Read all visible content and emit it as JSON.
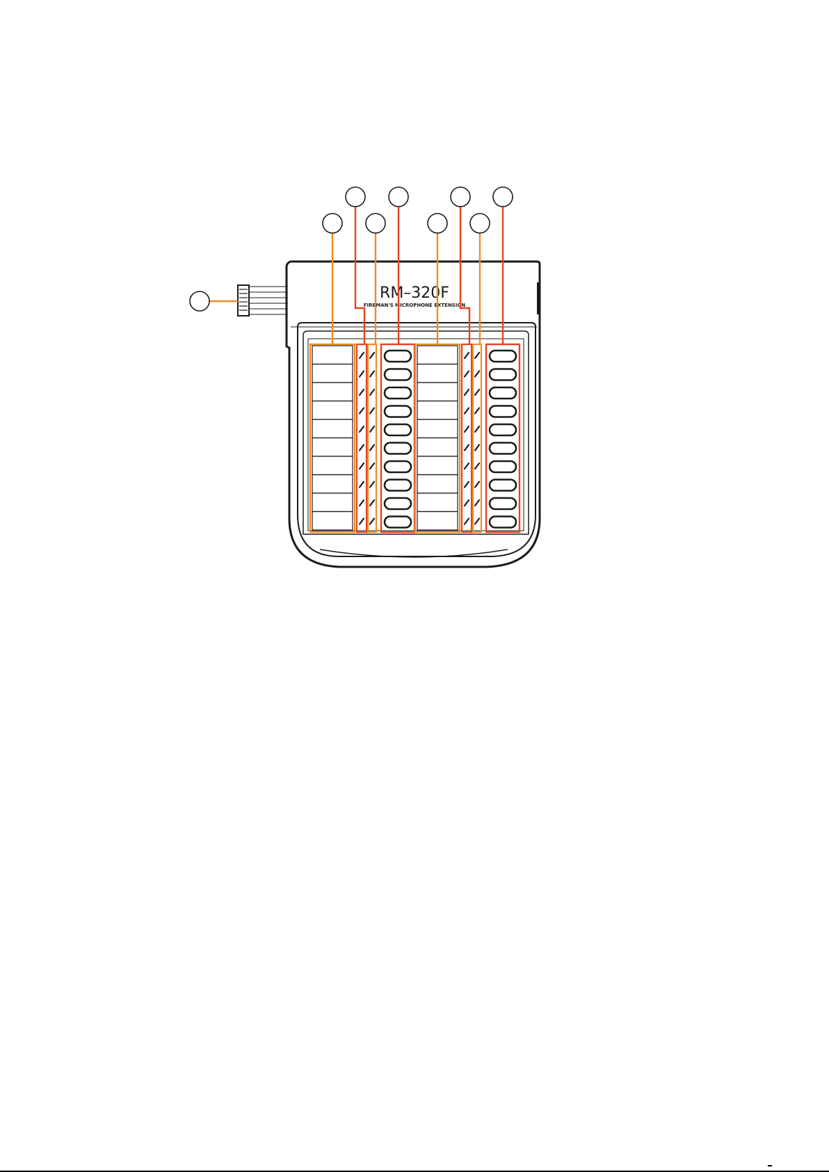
{
  "device": {
    "model": "RM–320F",
    "subtitle": "FIREMAN'S MICROPHONE EXTENSION"
  },
  "layout_counts": {
    "buttons_per_column": 10
  },
  "callouts": {
    "count": 9,
    "labels": [
      "",
      "",
      "",
      "",
      "",
      "",
      "",
      "",
      ""
    ]
  },
  "colors": {
    "outline": "#1a1a1a",
    "highlight_orange": "#f08c1e",
    "highlight_red": "#e8421f",
    "background": "#ffffff"
  },
  "icons": {
    "callout": "circle-callout-icon",
    "led": "led-indicator-icon",
    "button": "key-button-icon",
    "connector": "cable-connector-icon"
  }
}
